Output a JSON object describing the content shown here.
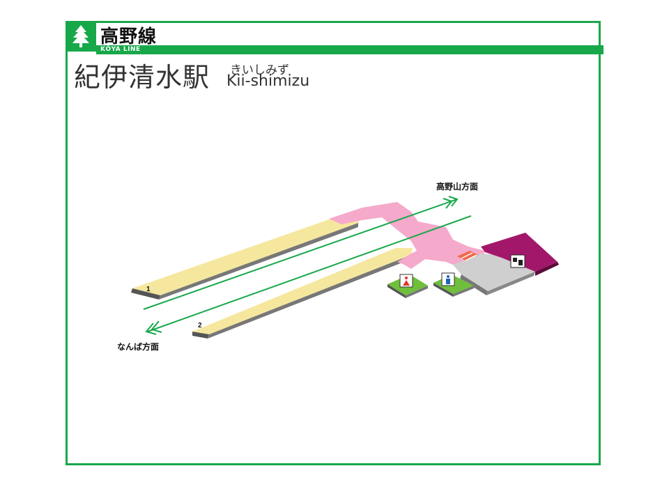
{
  "line": {
    "name": "高野線",
    "name_en": "KŌYA LINE",
    "color": "#17a84a"
  },
  "station": {
    "name": "紀伊清水駅",
    "kana": "きいしみず",
    "romaji": "Kii-shimizu"
  },
  "directions": {
    "up": "高野山方面",
    "down": "なんば方面"
  },
  "platforms": [
    "1",
    "2"
  ],
  "colors": {
    "platform": "#f5e79e",
    "concourse": "#f5a9cb",
    "ticket_office": "#a3176b",
    "floor": "#cfcfcf",
    "restroom": "#6fbf3c",
    "track_arrow": "#17a84a",
    "gate": "#f06a4a"
  },
  "icons": [
    "tree-logo-icon",
    "womens-restroom-icon",
    "mens-restroom-icon",
    "ticket-office-icon",
    "ticket-gate-icon",
    "arrow-icon"
  ]
}
